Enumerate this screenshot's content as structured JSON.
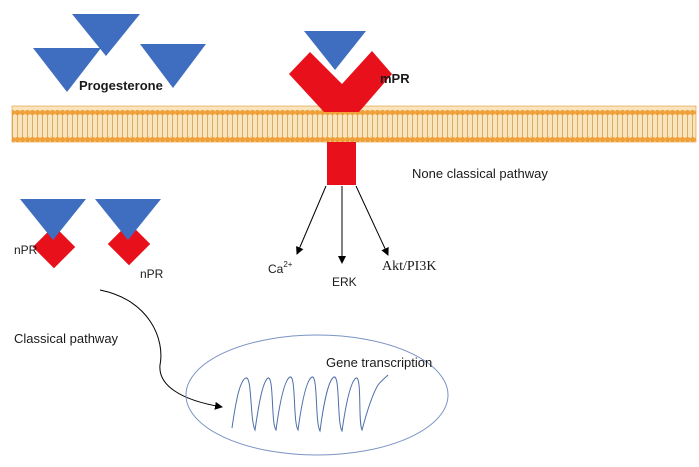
{
  "labels": {
    "progesterone": "Progesterone",
    "mpr": "mPR",
    "npr_left": "nPR",
    "npr_right": "nPR",
    "none_classical": "None classical pathway",
    "classical": "Classical pathway",
    "gene_transcription": "Gene transcription",
    "ca": "Ca",
    "ca_charge": "2+",
    "erk": "ERK",
    "akt": "Akt/PI3K"
  },
  "colors": {
    "ligand": "#3f6dbf",
    "receptor": "#e8101a",
    "membrane": "#f0a038",
    "membrane_core": "#f6dcae",
    "nucleus_border": "#7b93c4",
    "dna": "#4f6fa8"
  }
}
